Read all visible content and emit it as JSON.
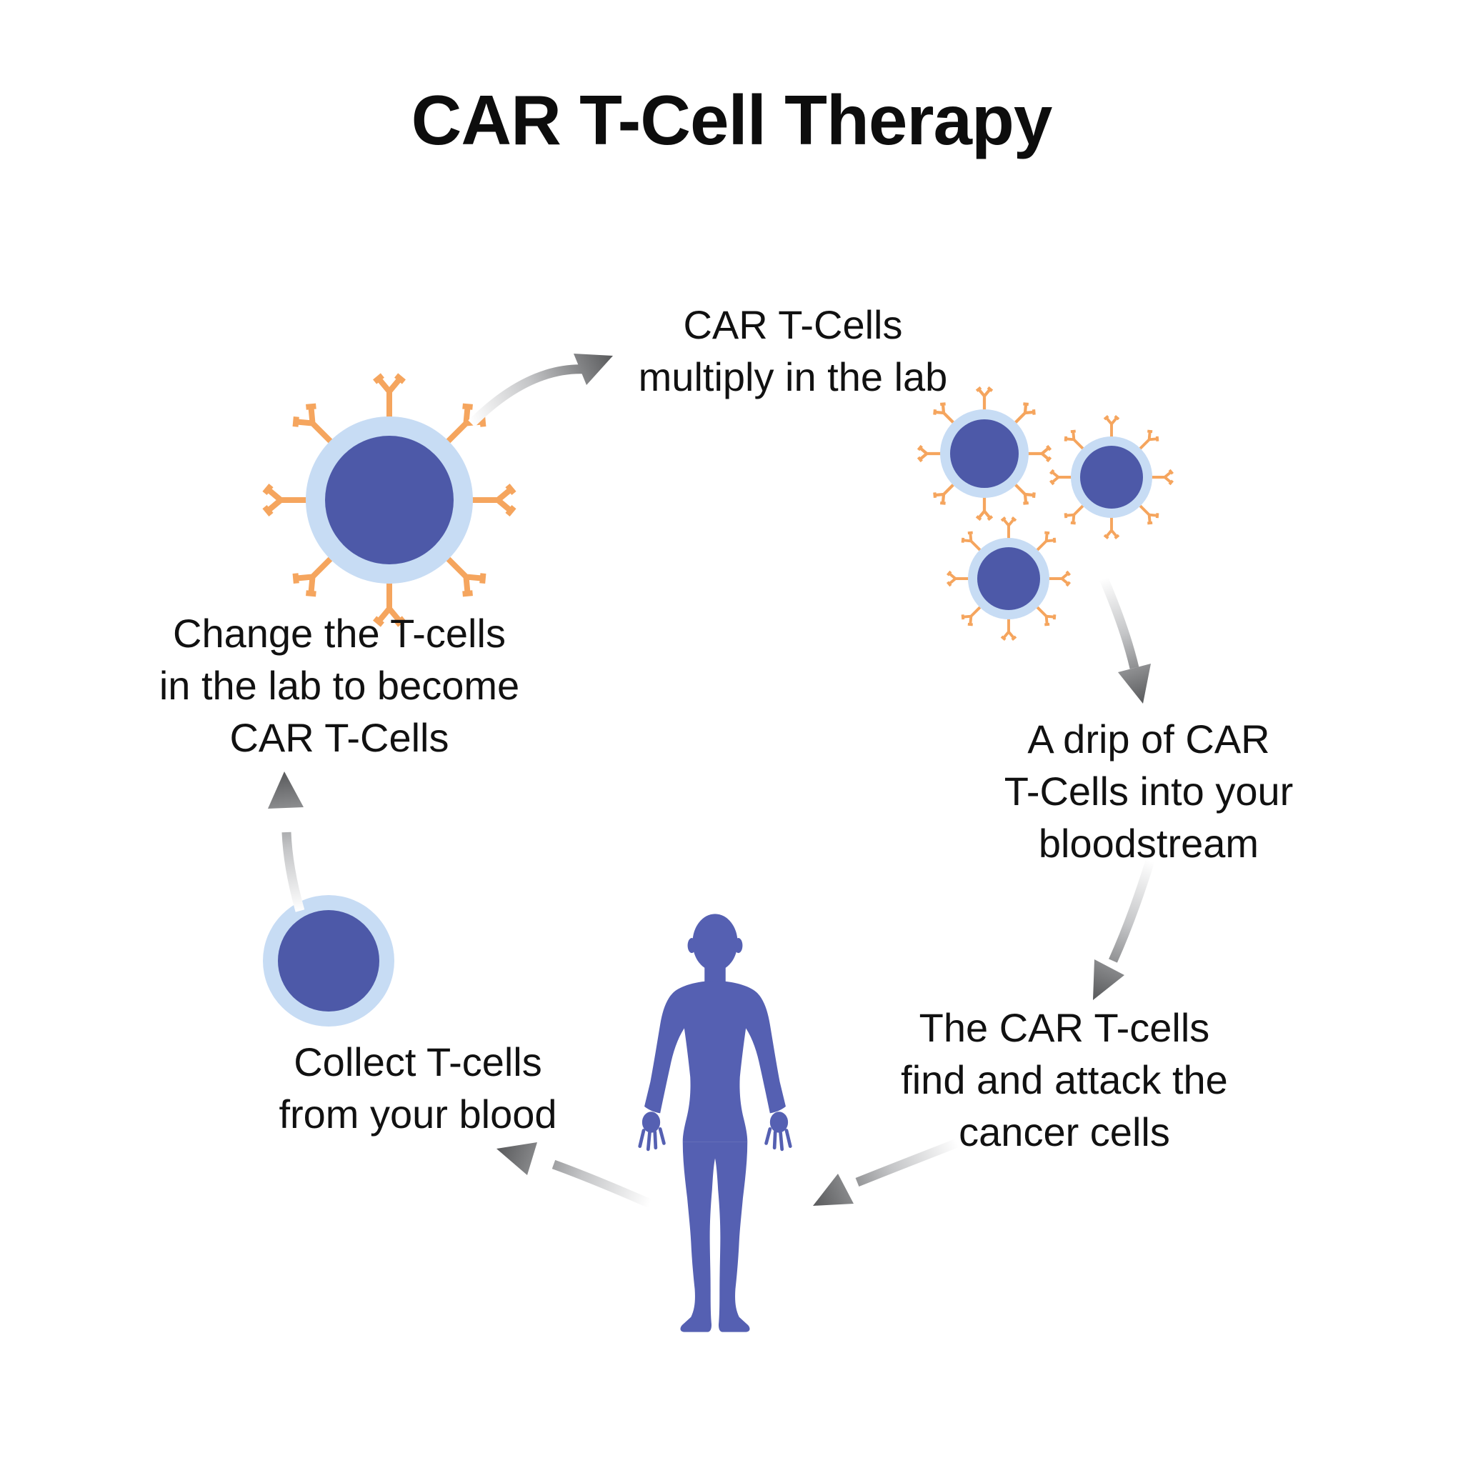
{
  "title": "CAR T-Cell Therapy",
  "steps": {
    "collect": "Collect T-cells\nfrom your blood",
    "change": "Change the T-cells\nin the lab to become\nCAR T-Cells",
    "multiply": "CAR T-Cells\nmultiply in the lab",
    "drip": "A drip of CAR\nT-Cells into your\nbloodstream",
    "attack": "The CAR T-cells\nfind and attack the\ncancer cells"
  },
  "icons": {
    "car_t_cell_large": "car-t-cell-icon",
    "car_t_cell_cluster": "car-t-cell-cluster-icon",
    "plain_t_cell": "t-cell-icon",
    "human_figure": "human-body-icon",
    "flow_arrow": "flow-arrow-icon"
  },
  "colors": {
    "background": "#ffffff",
    "text": "#111111",
    "cell_core_blue": "#4d59a8",
    "cell_ring_blue": "#c7dcf4",
    "receptor_orange": "#f5a55e",
    "human_blue": "#5560b2",
    "arrow_gray_dark": "#58595b"
  }
}
